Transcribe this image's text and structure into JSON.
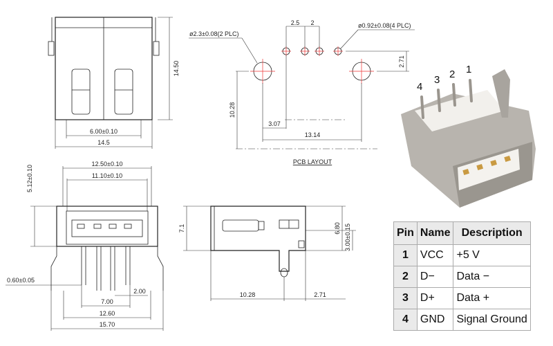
{
  "top_view": {
    "height": "14.50",
    "inner_width": "6.00±0.10",
    "width": "14.5"
  },
  "pcb_layout": {
    "title": "PCB LAYOUT",
    "large_hole": "ø2.3±0.08(2 PLC)",
    "small_hole": "ø0.92±0.08(4 PLC)",
    "pitch_a": "2.5",
    "pitch_b": "2",
    "offset_y": "2.71",
    "height": "10.28",
    "offset_x": "3.07",
    "span": "13.14"
  },
  "front_view": {
    "outer_width": "12.50±0.10",
    "inner_width": "11.10±0.10",
    "height": "5.12±0.10",
    "pin_width": "0.60±0.05",
    "pin_span": "7.00",
    "pin_pitch": "2.00",
    "tab_span": "12.60",
    "total_width": "15.70"
  },
  "side_view": {
    "height": "7.1",
    "body_height": "6.80",
    "pin_offset": "3.00±0.15",
    "length": "10.28",
    "tail": "2.71"
  },
  "photo": {
    "pin_labels": [
      "4",
      "3",
      "2",
      "1"
    ]
  },
  "pin_table": {
    "headers": [
      "Pin",
      "Name",
      "Description"
    ],
    "rows": [
      {
        "pin": "1",
        "name": "VCC",
        "desc": "+5 V"
      },
      {
        "pin": "2",
        "name": "D−",
        "desc": "Data −"
      },
      {
        "pin": "3",
        "name": "D+",
        "desc": "Data +"
      },
      {
        "pin": "4",
        "name": "GND",
        "desc": "Signal Ground"
      }
    ]
  }
}
